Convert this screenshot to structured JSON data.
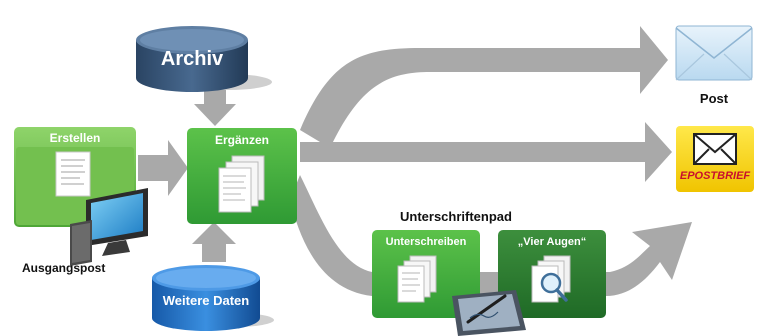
{
  "archive": {
    "label": "Archiv",
    "color": "#2d4a6b"
  },
  "create": {
    "label": "Erstellen",
    "color": "#6fbf4a"
  },
  "complete": {
    "label": "Ergänzen",
    "color": "#4caf3e"
  },
  "outgoing": {
    "label": "Ausgangspost"
  },
  "more_data": {
    "label": "Weitere Daten",
    "color": "#1f6fc4"
  },
  "signature_pad": {
    "label": "Unterschriftenpad"
  },
  "sign": {
    "label": "Unterschreiben",
    "color": "#4caf3e"
  },
  "four_eyes": {
    "label": "„Vier Augen“",
    "color": "#2e7d32"
  },
  "post": {
    "label": "Post"
  },
  "epost": {
    "brand_prefix": "E",
    "brand_main": "POSTBRIEF",
    "color": "#f7d600"
  },
  "arrow_color": "#a8a8a8"
}
